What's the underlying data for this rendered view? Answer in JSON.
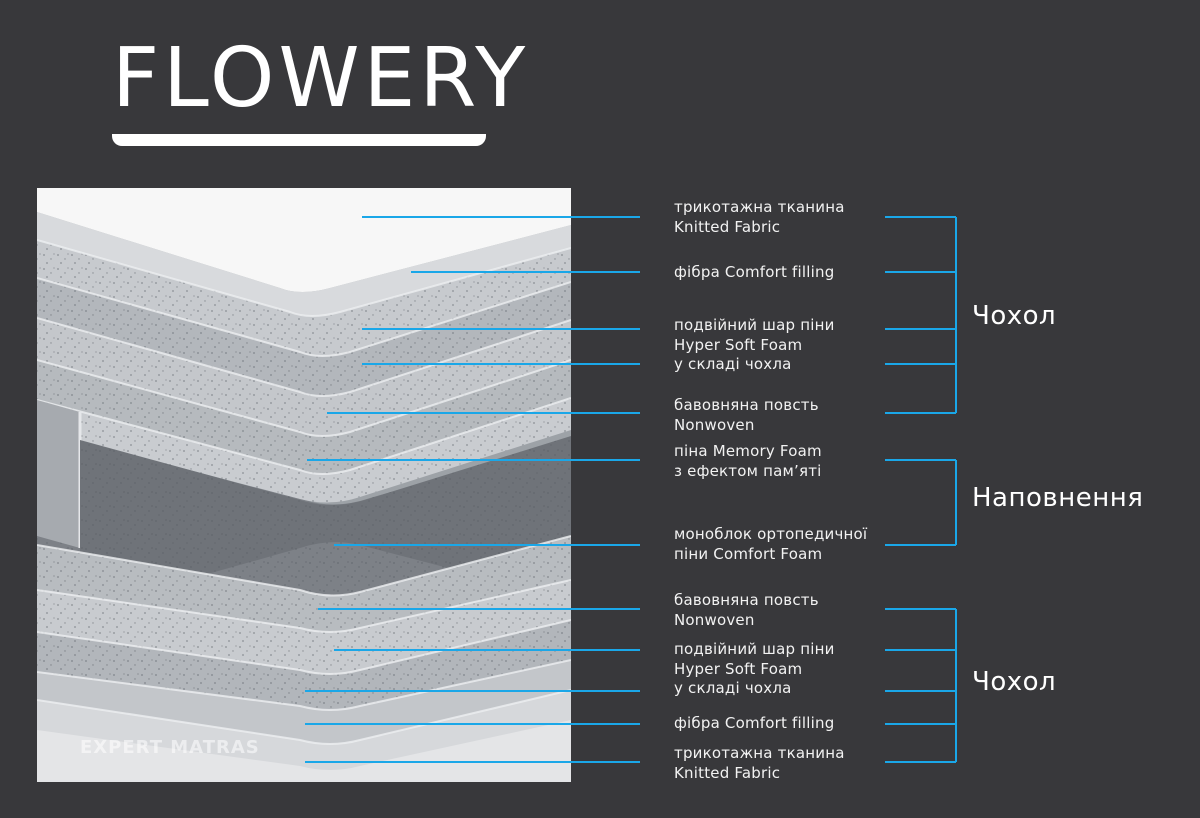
{
  "brand": "FLOWERY",
  "watermark": "EXPERT MATRAS",
  "accent_color": "#1aa7e8",
  "layers": [
    [
      "трикотажна тканина",
      "Knitted Fabric"
    ],
    [
      "фібра Comfort filling"
    ],
    [
      "подвійний шар піни",
      "Hyper Soft Foam",
      "у складі чохла"
    ],
    [
      "бавовняна повсть",
      "Nonwoven"
    ],
    [
      "піна Memory Foam",
      "з ефектом пам’яті"
    ],
    [
      "моноблок ортопедичної",
      "піни Comfort Foam"
    ],
    [
      "бавовняна повсть",
      "Nonwoven"
    ],
    [
      "подвійний шар піни",
      "Hyper Soft Foam",
      "у складі чохла"
    ],
    [
      "фібра Comfort filling"
    ],
    [
      "трикотажна тканина",
      "Knitted Fabric"
    ]
  ],
  "groups": [
    "Чохол",
    "Наповнення",
    "Чохол"
  ]
}
